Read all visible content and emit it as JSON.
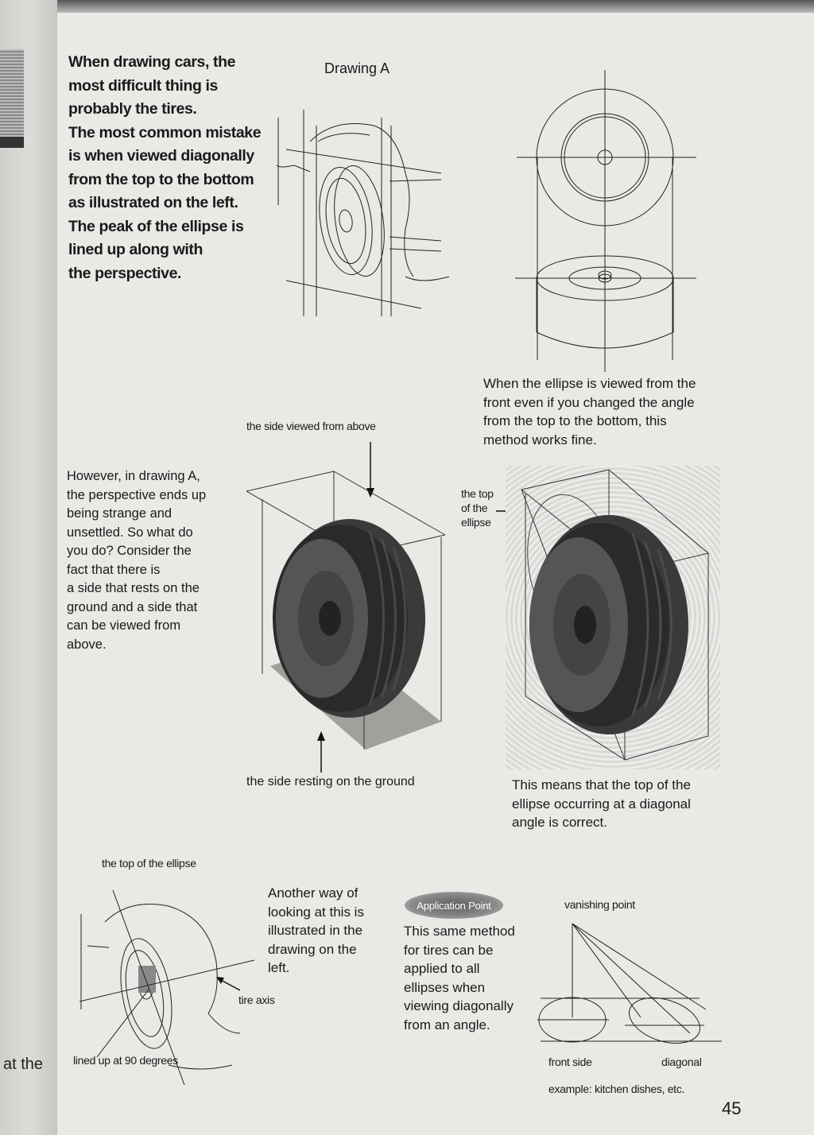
{
  "intro_lines": [
    "When drawing cars, the",
    "most difficult thing is",
    "probably the tires.",
    "The most common mistake",
    "is when viewed diagonally",
    "from the top to the bottom",
    "as illustrated on the left.",
    "The peak of the ellipse is",
    "lined up along with",
    "the perspective."
  ],
  "drawing_a_caption": "Drawing A",
  "front_view_text": [
    "When the ellipse is viewed from the",
    "front even if you changed the angle",
    "from the top to the bottom, this",
    "method works fine."
  ],
  "side_above_label": "the side viewed from above",
  "however_lines": [
    "However, in drawing A,",
    "the perspective ends up",
    "being strange and",
    "unsettled. So what do",
    "you do? Consider the",
    "fact that there is",
    "a side that rests on the",
    "ground and a side that",
    "can be viewed from",
    "above."
  ],
  "top_of_ellipse_label": [
    "the top",
    "of the",
    "ellipse"
  ],
  "ground_label": "the side resting on the ground",
  "means_text": [
    "This means that the top of the",
    "ellipse occurring at a diagonal",
    "angle is correct."
  ],
  "bottom_top_label": "the top of the ellipse",
  "another_way_lines": [
    "Another way of",
    "looking at this is",
    "illustrated in the",
    "drawing on the",
    "left."
  ],
  "tire_axis_label": "tire axis",
  "lined_up_label": "lined up at 90 degrees",
  "application_point": "Application Point",
  "application_lines": [
    "This same method",
    "for tires can be",
    "applied to all",
    "ellipses when",
    "viewing diagonally",
    "from an angle."
  ],
  "vanishing_point": "vanishing point",
  "front_side": "front side",
  "diagonal": "diagonal",
  "example": "example: kitchen dishes, etc.",
  "page_number": "45",
  "spine_text": "at the"
}
